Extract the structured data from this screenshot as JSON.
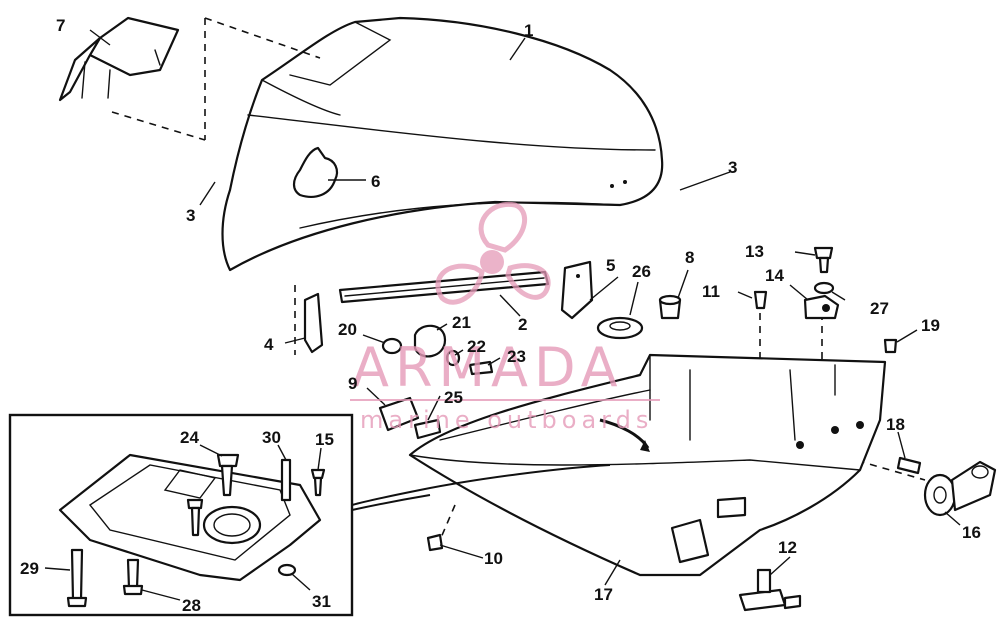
{
  "watermark": {
    "brand": "ARMADA",
    "tagline": "marine outboards",
    "color": "#e59ab8"
  },
  "callouts": [
    "1",
    "2",
    "3",
    "3",
    "4",
    "5",
    "6",
    "7",
    "8",
    "9",
    "10",
    "11",
    "12",
    "13",
    "14",
    "15",
    "16",
    "17",
    "18",
    "19",
    "20",
    "21",
    "22",
    "23",
    "24",
    "25",
    "26",
    "27",
    "28",
    "29",
    "30",
    "31"
  ]
}
